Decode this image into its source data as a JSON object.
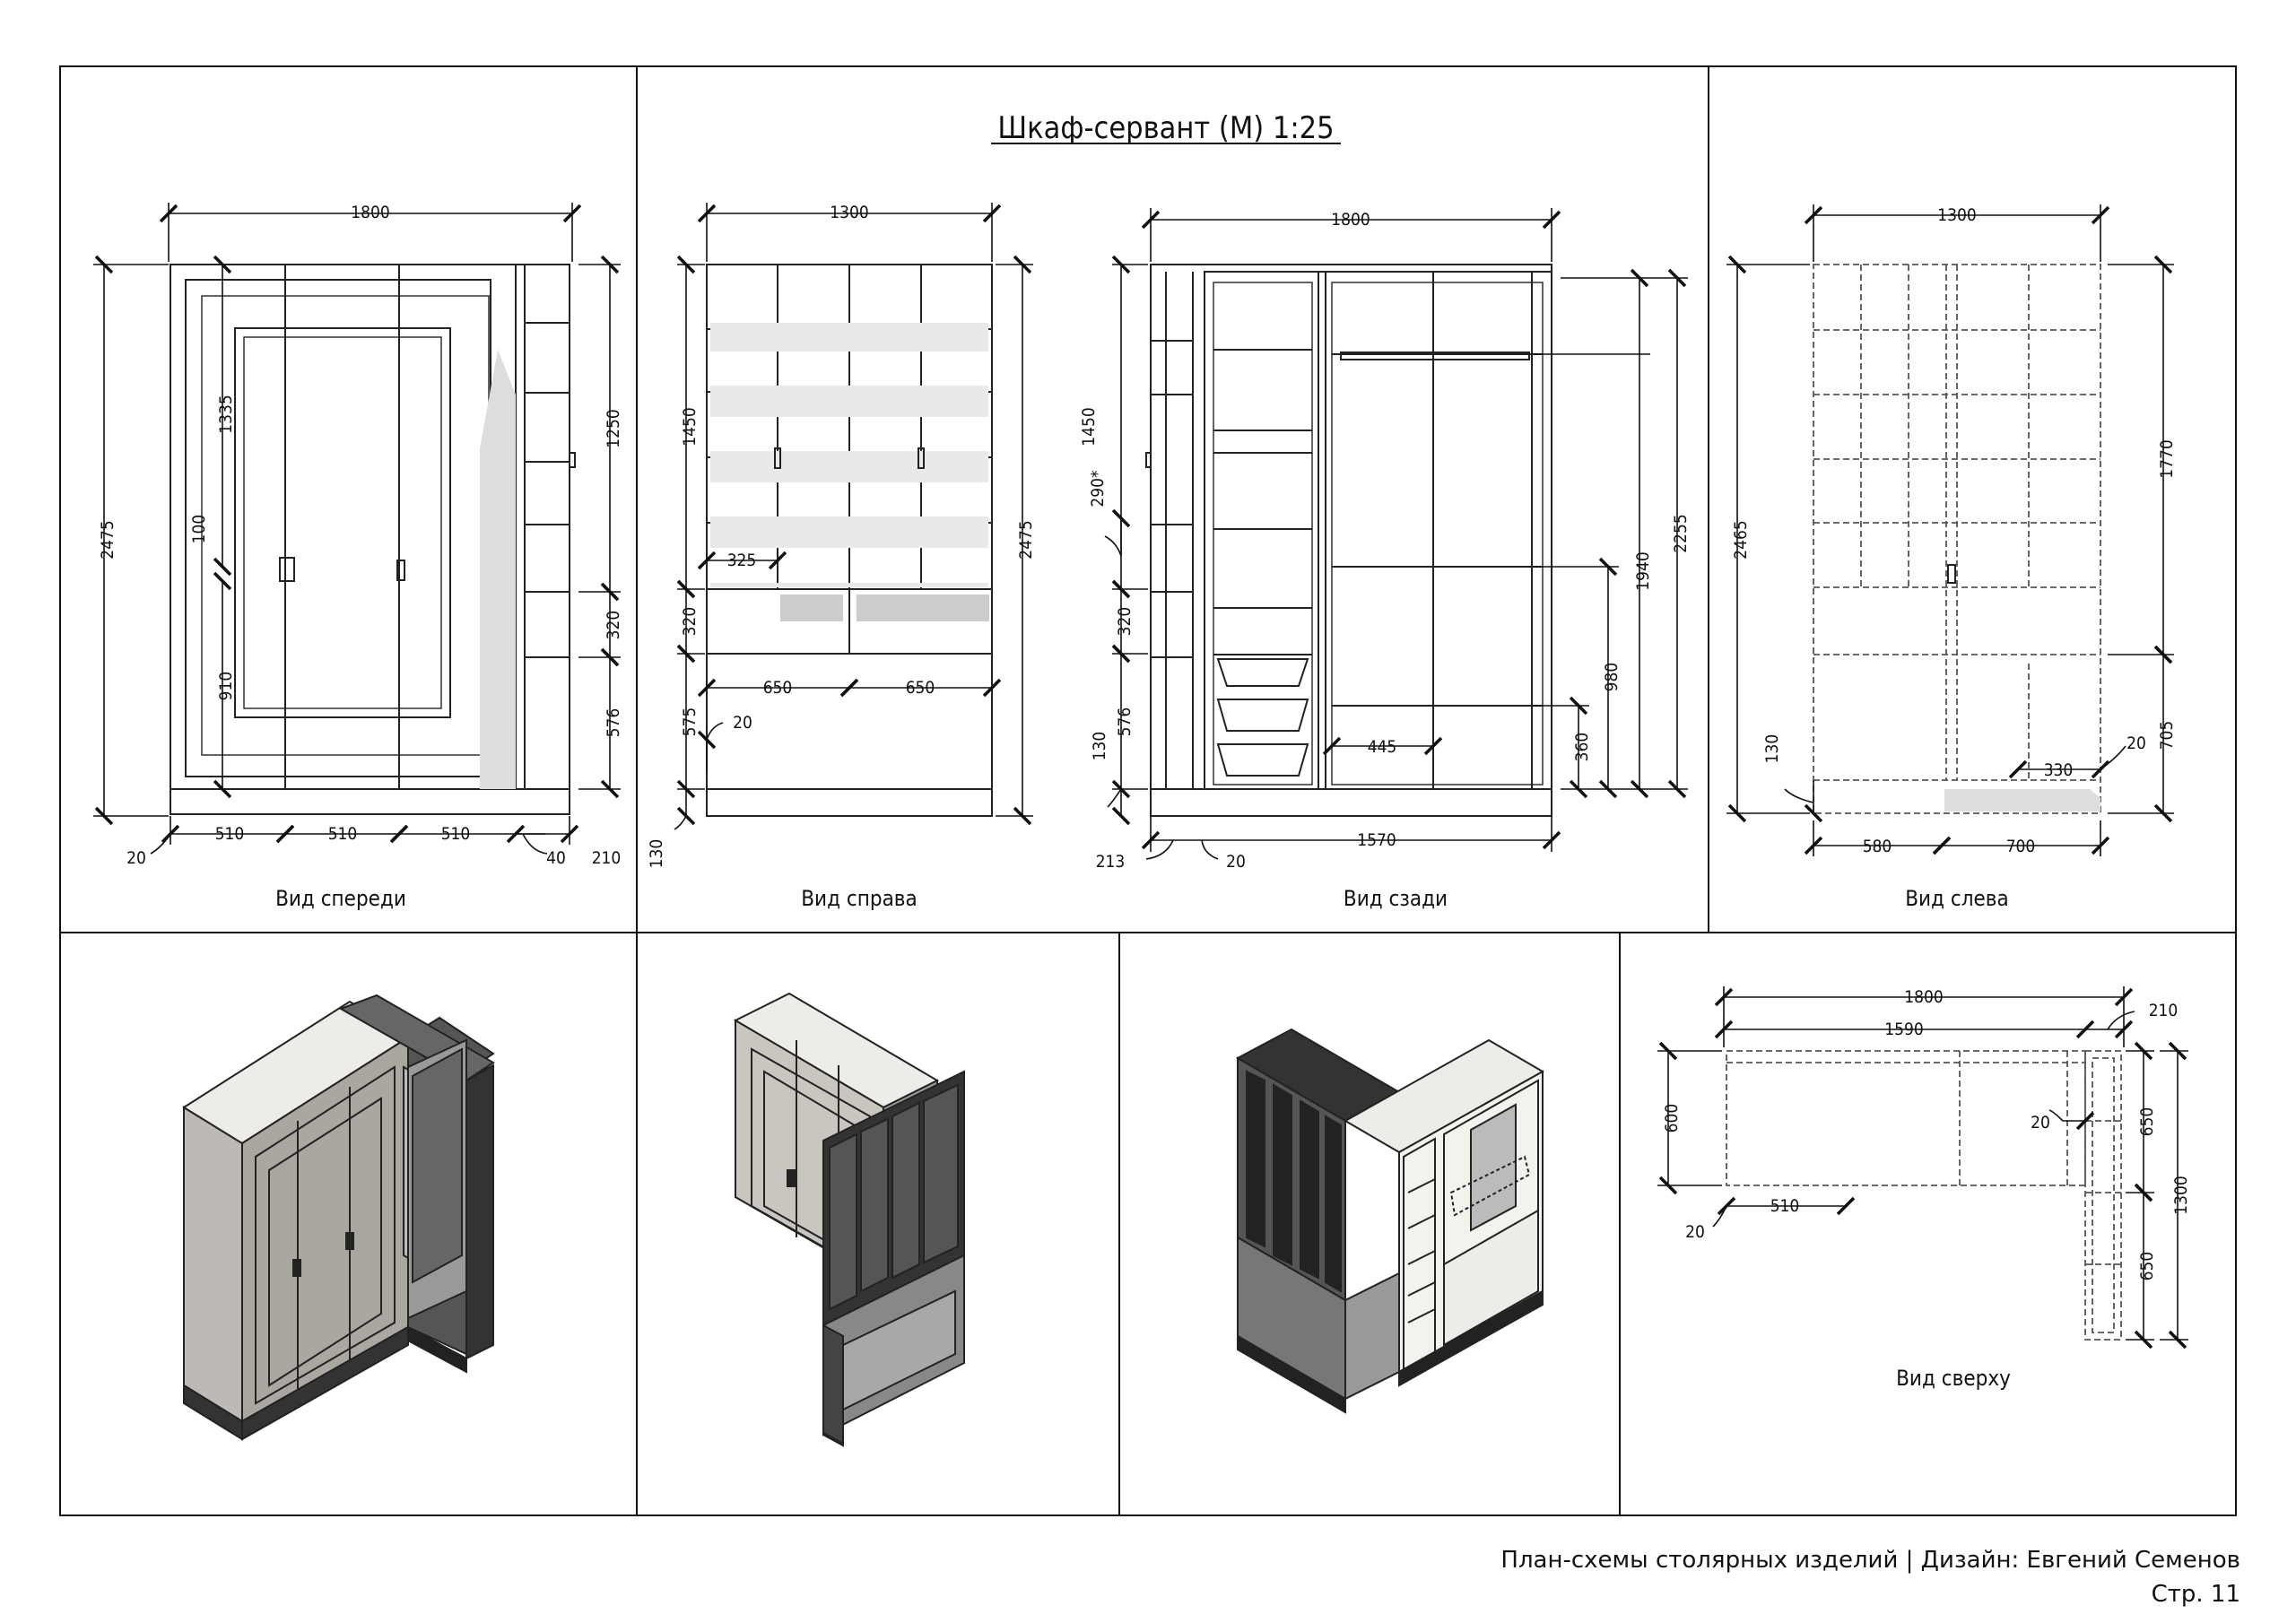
{
  "title": "Шкаф-сервант (М) 1:25",
  "views": {
    "front": {
      "label": "Вид спереди",
      "dims": {
        "w_total": "1800",
        "h_total": "2475",
        "h_upper": "1335",
        "h_handle": "100",
        "h_lower": "910",
        "h_shelf": "1250",
        "h_mid": "320",
        "h_base": "576",
        "col1": "510",
        "col2": "510",
        "col3": "510",
        "edge": "20",
        "gap": "40",
        "side": "210"
      }
    },
    "right": {
      "label": "Вид справа",
      "dims": {
        "w_total": "1300",
        "h_glass": "1450",
        "h_total": "2475",
        "h_shelf": "325",
        "h_mid": "320",
        "h_base": "575",
        "w_left": "650",
        "w_right": "650",
        "plinth": "20",
        "plinth_h": "130"
      }
    },
    "back": {
      "label": "Вид сзади",
      "dims": {
        "w_total": "1800",
        "h_glass": "1450",
        "h_mark": "290*",
        "h_mid": "320",
        "h_base": "576",
        "plinth_h": "130",
        "rod_h": "1940",
        "full_h": "2255",
        "low_h": "980",
        "bottom_h": "360",
        "w_inner": "445",
        "w_base": "1570",
        "left_off": "213",
        "edge": "20"
      }
    },
    "left": {
      "label": "Вид слева",
      "dims": {
        "w_total": "1300",
        "h_total": "2465",
        "h_upper": "1770",
        "plinth_h": "130",
        "w_inner": "330",
        "edge": "20",
        "h_lower": "705",
        "w_left": "580",
        "w_right": "700"
      }
    },
    "top": {
      "label": "Вид сверху",
      "dims": {
        "w_total": "1800",
        "w_main": "1590",
        "w_side": "210",
        "depth": "600",
        "inner": "20",
        "col": "510",
        "edge": "20",
        "seg1": "650",
        "seg2": "650",
        "side_len": "1300"
      }
    }
  },
  "footer": {
    "line1": "План-схемы столярных изделий | Дизайн: Евгений Семенов",
    "line2": "Стр. 11"
  }
}
